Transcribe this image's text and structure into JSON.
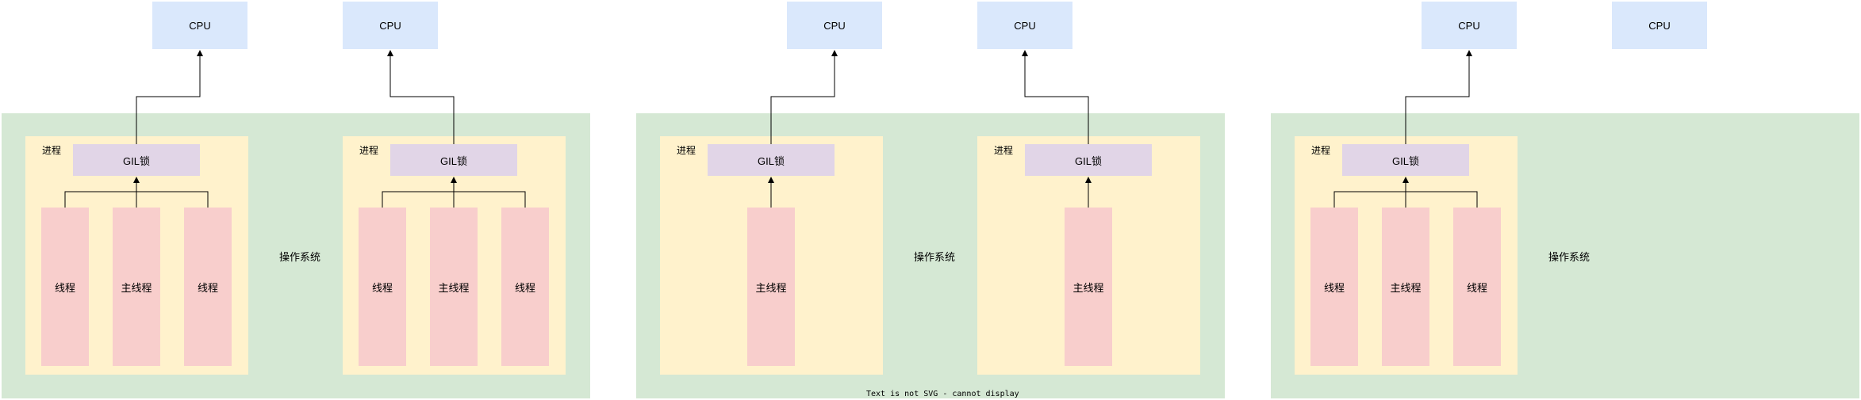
{
  "cpu_label": "CPU",
  "gil_label": "GIL锁",
  "process_label": "进程",
  "system_label": "操作系统",
  "thread_labels": [
    "线程",
    "主线程",
    "线程"
  ],
  "single_thread_label": "主线程",
  "footer_text": "Text is not SVG - cannot display",
  "colors": {
    "cpu": "#dae8fc",
    "system": "#d5e8d4",
    "process": "#fff2cc",
    "gil": "#e1d5e7",
    "thread": "#f8cecc",
    "line": "#000000"
  }
}
